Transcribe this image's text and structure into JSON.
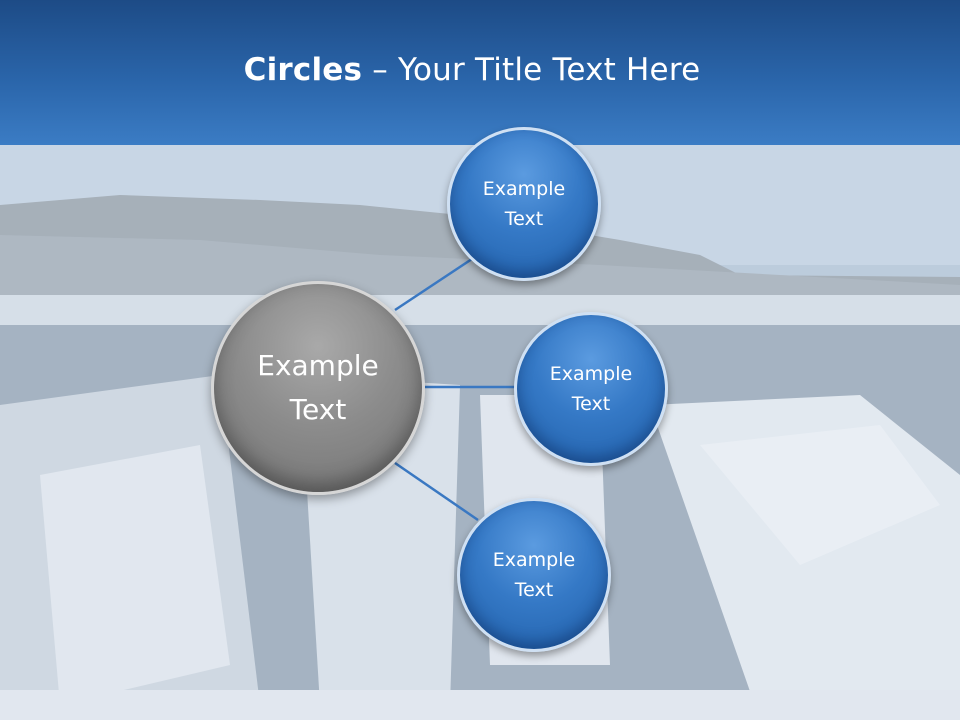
{
  "title": {
    "bold": "Circles",
    "rest": " – Your Title Text Here"
  },
  "center_circle": {
    "label": "Example\nText"
  },
  "outer_circles": [
    {
      "label": "Example\nText"
    },
    {
      "label": "Example\nText"
    },
    {
      "label": "Example\nText"
    }
  ],
  "colors": {
    "header": "#2a65aa",
    "blue_circle": "#3579c6",
    "gray_circle": "#8c8c8c",
    "connector": "#3a78c2"
  }
}
